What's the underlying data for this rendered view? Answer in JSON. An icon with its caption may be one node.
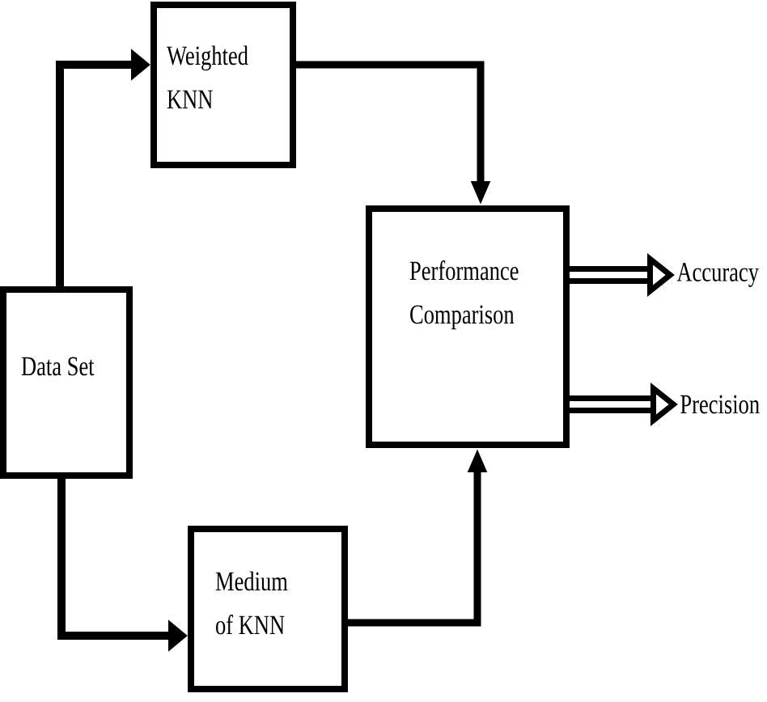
{
  "diagram": {
    "nodes": [
      {
        "text": [
          "Data Set"
        ]
      },
      {
        "text": [
          "Weighted KNN"
        ]
      },
      {
        "text": [
          "Medium of KNN"
        ]
      },
      {
        "text": [
          "Performance Comparison"
        ]
      },
      {
        "text": [
          "Accuracy"
        ]
      },
      {
        "text": [
          "Precision"
        ]
      }
    ],
    "edges": [
      {
        "from": 0,
        "to": 1,
        "arrow": "to"
      },
      {
        "from": 0,
        "to": 2,
        "arrow": "to"
      },
      {
        "from": 1,
        "to": 3,
        "arrow": "to"
      },
      {
        "from": 2,
        "to": 3,
        "arrow": "to"
      },
      {
        "from": 3,
        "to": 4,
        "arrow": "to",
        "style": "thick"
      },
      {
        "from": 3,
        "to": 5,
        "arrow": "to",
        "style": "thick"
      }
    ]
  }
}
